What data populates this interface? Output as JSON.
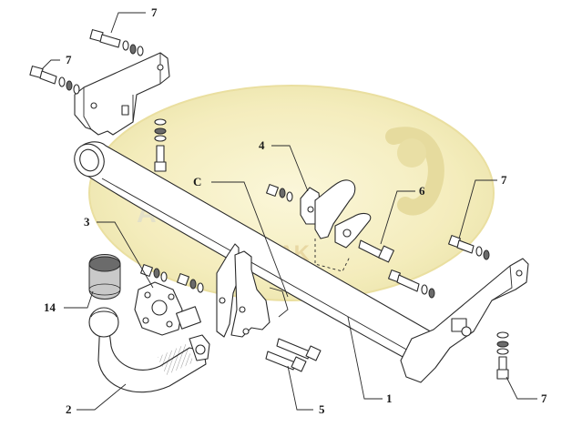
{
  "callouts": [
    {
      "id": "bolt-top-1",
      "label": "7"
    },
    {
      "id": "bolt-top-2",
      "label": "7"
    },
    {
      "id": "bracket-left-upper",
      "label": "4"
    },
    {
      "id": "bracket-C",
      "label": "C"
    },
    {
      "id": "bolt-6",
      "label": "6"
    },
    {
      "id": "bolt-right-upper",
      "label": "7"
    },
    {
      "id": "plate-3",
      "label": "3"
    },
    {
      "id": "cap-14",
      "label": "14"
    },
    {
      "id": "ball-2",
      "label": "2"
    },
    {
      "id": "bolt-5",
      "label": "5"
    },
    {
      "id": "beam-1",
      "label": "1"
    },
    {
      "id": "bolt-right-lower",
      "label": "7"
    }
  ],
  "watermark": {
    "text": "AUTO",
    "text2": "HAK"
  }
}
